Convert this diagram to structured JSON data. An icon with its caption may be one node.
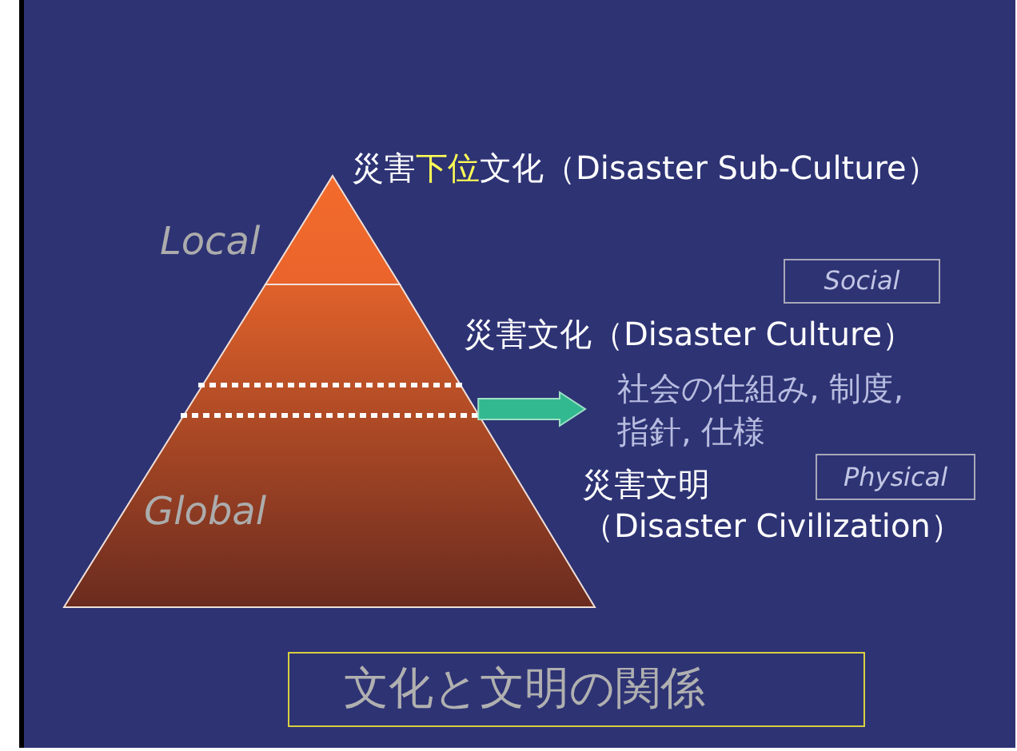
{
  "diagram": {
    "title": "文化と文明の関係",
    "nodes": [
      {
        "text": [],
        "shape": "triangle"
      },
      {
        "text": [
          "Global"
        ]
      },
      {
        "text": [
          "社会の仕組み, 制度, 指針, 仕様"
        ]
      },
      {
        "text": [
          "Social"
        ]
      },
      {
        "text": [
          "Physical"
        ]
      }
    ],
    "edges": [
      {
        "from": 1,
        "to": 2,
        "arrow": "to",
        "style": "thick",
        "color": "#33b98f"
      }
    ],
    "labels": [
      "災害**下位**文化（Disaster Sub-Culture）",
      "Local",
      "災害文化（Disaster Culture）",
      "災害文明（Disaster Civilization）"
    ]
  }
}
